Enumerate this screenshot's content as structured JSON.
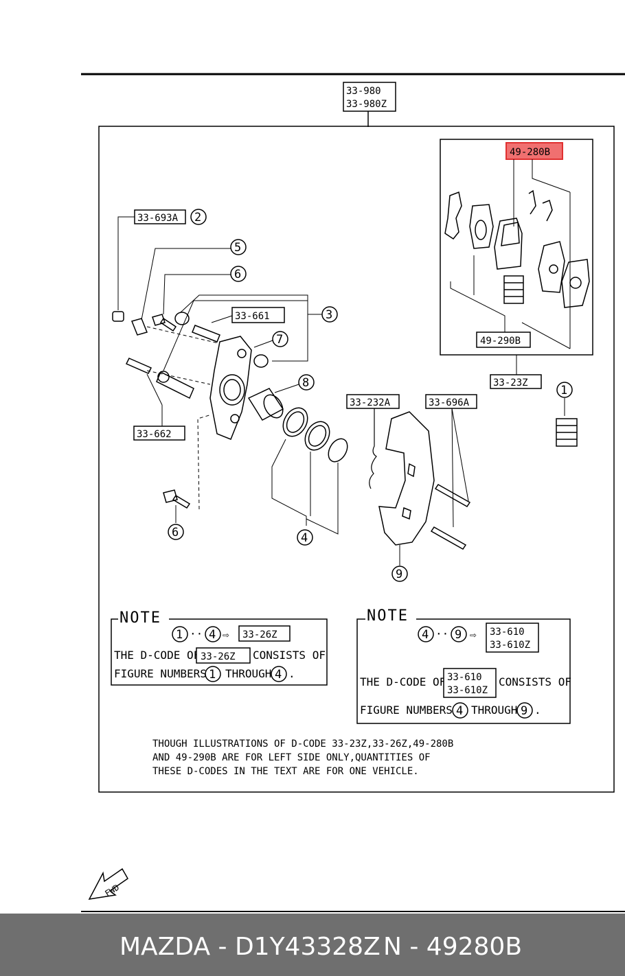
{
  "diagram": {
    "top_code_1": "33-980",
    "top_code_2": "33-980Z",
    "part_33_693A": "33-693A",
    "part_33_661": "33-661",
    "part_33_662": "33-662",
    "part_49_280B": "49-280B",
    "part_49_290B": "49-290B",
    "part_33_23Z": "33-23Z",
    "part_33_232A": "33-232A",
    "part_33_696A": "33-696A",
    "fig_numbers": [
      "1",
      "2",
      "3",
      "4",
      "5",
      "6",
      "7",
      "8",
      "9"
    ],
    "highlight_color": "#f07070"
  },
  "note_left": {
    "title": "NOTE",
    "range_start": "1",
    "range_dots": "···",
    "range_end": "4",
    "arrow": "⇨",
    "code": "33-26Z",
    "line1_a": "THE D-CODE OF",
    "line1_code": "33-26Z",
    "line1_b": "CONSISTS OF",
    "line2_a": "FIGURE NUMBERS",
    "line2_from": "1",
    "line2_mid": "THROUGH",
    "line2_to": "4",
    "line2_end": "."
  },
  "note_right": {
    "title": "NOTE",
    "range_start": "4",
    "range_dots": "···",
    "range_end": "9",
    "arrow": "⇨",
    "code_1": "33-610",
    "code_2": "33-610Z",
    "line1_a": "THE D-CODE OF",
    "line1_code_1": "33-610",
    "line1_code_2": "33-610Z",
    "line1_b": "CONSISTS OF",
    "line2_a": "FIGURE NUMBERS",
    "line2_from": "4",
    "line2_mid": "THROUGH",
    "line2_to": "9",
    "line2_end": "."
  },
  "footnote": {
    "line1": "THOUGH ILLUSTRATIONS OF D-CODE 33-23Z,33-26Z,49-280B",
    "line2": "AND 49-290B ARE FOR LEFT SIDE ONLY,QUANTITIES OF",
    "line3": "THESE D-CODES IN THE TEXT ARE FOR ONE VEHICLE."
  },
  "fwd_label": "FWD",
  "footer": {
    "left": "MAZDA - D1Y43328Z",
    "right": "N - 49280B"
  }
}
